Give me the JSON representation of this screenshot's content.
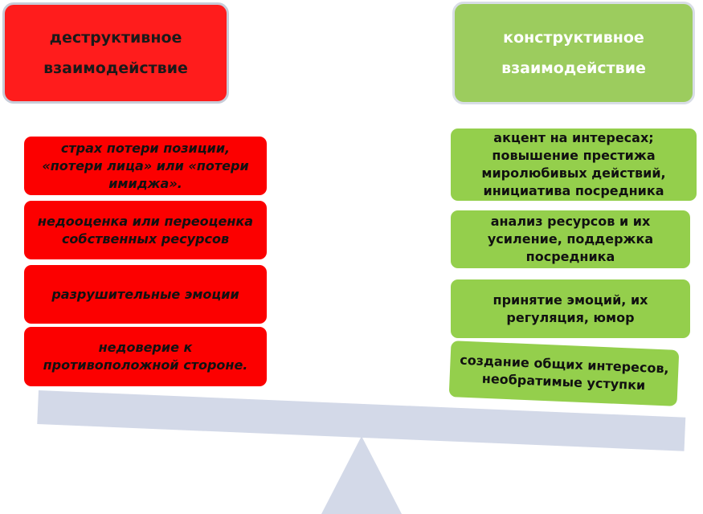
{
  "destructive": {
    "title": "деструктивное взаимодействие",
    "items": [
      "страх потери позиции, «потери лица» или «потери имиджа».",
      "недооценка или переоценка собственных ресурсов",
      "разрушительные эмоции",
      "недоверие к противоположной стороне."
    ]
  },
  "constructive": {
    "title": "конструктивное взаимодействие",
    "items": [
      "акцент на интересах; повышение престижа миролюбивых действий, инициатива посредника",
      "анализ ресурсов и их усиление, поддержка посредника",
      "принятие эмоций, их регуляция, юмор",
      "создание общих интересов, необратимые уступки"
    ]
  },
  "colors": {
    "destructive_header": "#ff1c1c",
    "destructive_item": "#fc0000",
    "constructive_header": "#9ccc5e",
    "constructive_item": "#94cf4c",
    "scale": "#d3d9e8"
  }
}
